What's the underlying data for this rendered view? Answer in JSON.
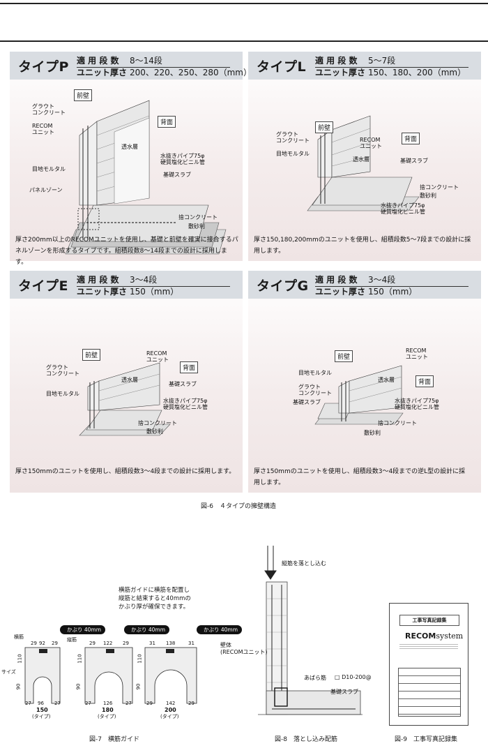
{
  "panels": [
    {
      "type_name": "タイプP",
      "spec_steps_label": "適 用 段 数",
      "spec_steps_value": "8～14段",
      "spec_thick_label": "ユニット厚さ",
      "spec_thick_value": "200、220、250、280（mm）",
      "description_line1": "厚さ200mm以上のRECOMユニットを使用し、基礎と前壁を確実に接合するパ",
      "description_line2": "ネルゾーンを形成するタイプです。組積段数8～14段までの設計に採用します。",
      "labels": {
        "front": "前壁",
        "back": "背面",
        "grout1": "グラウト",
        "grout2": "コンクリート",
        "recom1": "RECOM",
        "recom2": "ユニット",
        "joint": "目地モルタル",
        "panel_zone": "パネルゾーン",
        "permeable": "透水層",
        "pipe1": "水抜きパイプ75φ",
        "pipe2": "硬質塩化ビニル管",
        "slab": "基礎スラブ",
        "sute": "捨コンクリート",
        "gravel": "敷砂利"
      }
    },
    {
      "type_name": "タイプL",
      "spec_steps_label": "適 用 段 数",
      "spec_steps_value": "5～7段",
      "spec_thick_label": "ユニット厚さ",
      "spec_thick_value": "150、180、200（mm）",
      "description_line1": "厚さ150,180,200mmのユニットを使用し、組積段数5～7段までの設計に採",
      "description_line2": "用します。",
      "labels": {
        "front": "前壁",
        "back": "背面",
        "grout1": "グラウト",
        "grout2": "コンクリート",
        "recom1": "RECOM",
        "recom2": "ユニット",
        "joint": "目地モルタル",
        "permeable": "透水層",
        "pipe1": "水抜きパイプ75φ",
        "pipe2": "硬質塩化ビニル管",
        "slab": "基礎スラブ",
        "sute": "捨コンクリート",
        "gravel": "敷砂利"
      }
    },
    {
      "type_name": "タイプE",
      "spec_steps_label": "適 用 段 数",
      "spec_steps_value": "3～4段",
      "spec_thick_label": "ユニット厚さ",
      "spec_thick_value": "150（mm）",
      "description_line1": "厚さ150mmのユニットを使用し、組積段数3～4段までの設計に採用します。",
      "description_line2": "",
      "labels": {
        "front": "前壁",
        "back": "背面",
        "grout1": "グラウト",
        "grout2": "コンクリート",
        "recom1": "RECOM",
        "recom2": "ユニット",
        "joint": "目地モルタル",
        "permeable": "透水層",
        "pipe1": "水抜きパイプ75φ",
        "pipe2": "硬質塩化ビニル管",
        "slab": "基礎スラブ",
        "sute": "捨コンクリート",
        "gravel": "敷砂利"
      }
    },
    {
      "type_name": "タイプG",
      "spec_steps_label": "適 用 段 数",
      "spec_steps_value": "3～4段",
      "spec_thick_label": "ユニット厚さ",
      "spec_thick_value": "150（mm）",
      "description_line1": "厚さ150mmのユニットを使用し、組積段数3～4段までの逆L型の設計に採",
      "description_line2": "用します。",
      "labels": {
        "front": "前壁",
        "back": "背面",
        "grout1": "グラウト",
        "grout2": "コンクリート",
        "recom1": "RECOM",
        "recom2": "ユニット",
        "joint": "目地モルタル",
        "permeable": "透水層",
        "pipe1": "水抜きパイプ75φ",
        "pipe2": "硬質塩化ビニル管",
        "slab": "基礎スラブ",
        "sute": "捨コンクリート",
        "gravel": "敷砂利"
      }
    }
  ],
  "fig6_caption": "図-6　４タイプの擁壁構造",
  "fig7": {
    "caption": "図-7　横筋ガイド",
    "note_line1": "横筋ガイドに横筋を配置し",
    "note_line2": "縦筋と結束すると40mmの",
    "note_line3": "かぶり厚が確保できます。",
    "cover_label": "かぶり 40mm",
    "side_labels": {
      "yoko": "横筋",
      "tate": "縦筋",
      "size": "サイズ"
    },
    "guides": [
      {
        "top": [
          "29",
          "92",
          "29"
        ],
        "bottom": [
          "27",
          "96",
          "27"
        ],
        "h1": "110",
        "h2": "90",
        "size": "150",
        "sub": "(タイプ)"
      },
      {
        "top": [
          "29",
          "122",
          "29"
        ],
        "bottom": [
          "27",
          "126",
          "27"
        ],
        "h1": "110",
        "h2": "90",
        "size": "180",
        "sub": "(タイプ)"
      },
      {
        "top": [
          "31",
          "138",
          "31"
        ],
        "bottom": [
          "29",
          "142",
          "29"
        ],
        "h1": "110",
        "h2": "90",
        "size": "200",
        "sub": "(タイプ)"
      }
    ]
  },
  "fig8": {
    "caption": "図-8　落とし込み配筋",
    "drop_label": "縦筋を落とし込む",
    "wall1": "壁体",
    "wall2": "(RECOMユニット)",
    "abara": "あばら筋",
    "spec": "□ D10-200@",
    "slab": "基礎スラブ"
  },
  "fig9": {
    "caption": "図-9　工事写真記録集",
    "book_title": "工事写真記録集",
    "logo_bold": "RECOM",
    "logo_light": "system"
  }
}
